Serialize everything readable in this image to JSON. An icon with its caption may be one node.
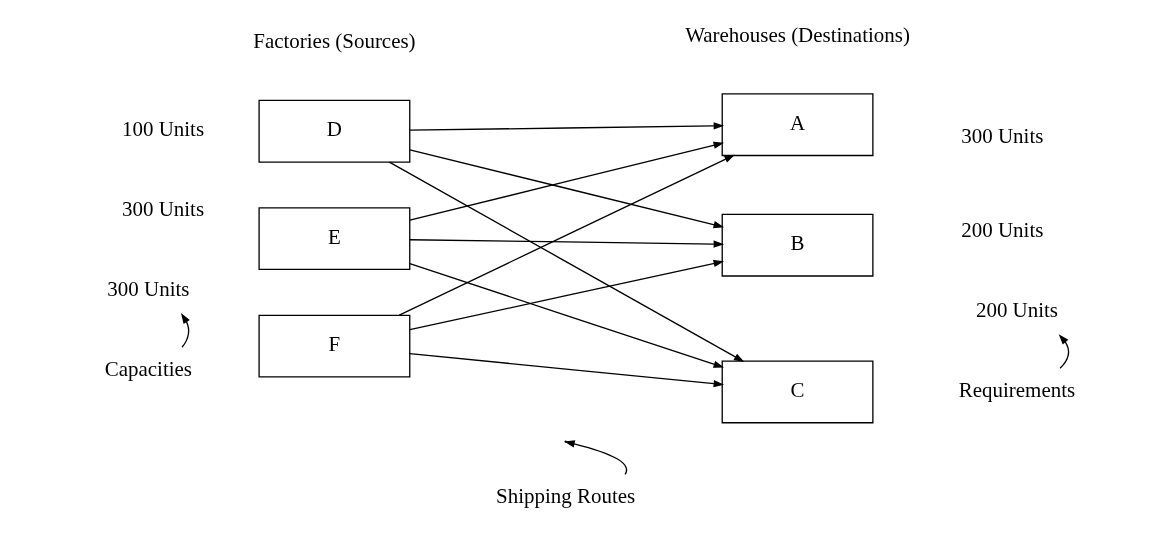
{
  "diagram": {
    "nodes": [
      {
        "text": [
          "D"
        ],
        "beside": [
          "100 Units"
        ]
      },
      {
        "text": [
          "E"
        ],
        "beside": [
          "300 Units"
        ]
      },
      {
        "text": [
          "F"
        ]
      },
      {
        "text": [
          "A"
        ],
        "beside": [
          "300 Units"
        ]
      },
      {
        "text": [
          "B"
        ],
        "beside": [
          "200 Units"
        ]
      },
      {
        "text": [
          "C"
        ]
      },
      {
        "text": [
          "300 Units"
        ]
      },
      {
        "text": [
          "200 Units"
        ]
      },
      {
        "text": [
          "Capacities"
        ]
      },
      {
        "text": [
          "Shipping Routes"
        ]
      },
      {
        "text": [
          "Requirements"
        ]
      }
    ],
    "edges": [
      {
        "from": 0,
        "to": 3,
        "arrow": "to"
      },
      {
        "from": 0,
        "to": 4,
        "arrow": "to"
      },
      {
        "from": 0,
        "to": 5,
        "arrow": "to"
      },
      {
        "from": 1,
        "to": 3,
        "arrow": "to"
      },
      {
        "from": 1,
        "to": 4,
        "arrow": "to"
      },
      {
        "from": 1,
        "to": 5,
        "arrow": "to"
      },
      {
        "from": 2,
        "to": 3,
        "arrow": "to"
      },
      {
        "from": 2,
        "to": 4,
        "arrow": "to"
      },
      {
        "from": 2,
        "to": 5,
        "arrow": "to"
      },
      {
        "from": 8,
        "to": 6,
        "arrow": "to"
      },
      {
        "from": 9,
        "to": null,
        "arrow": "to"
      },
      {
        "from": 10,
        "to": 7,
        "arrow": "to"
      }
    ],
    "labels": [
      "Factories (Sources)",
      "Warehouses (Destinations)"
    ]
  }
}
